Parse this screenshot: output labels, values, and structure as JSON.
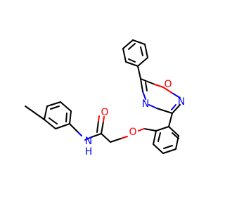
{
  "background": "#ffffff",
  "colors": {
    "carbon_bond": "#000000",
    "oxygen": "#ff0000",
    "nitrogen": "#0000ff"
  },
  "atoms": {
    "o_carbonyl": "O",
    "o_ether": "O",
    "o_ring": "O",
    "n_ring_top": "N",
    "n_ring_left": "N",
    "nh": "N",
    "h": "H"
  }
}
